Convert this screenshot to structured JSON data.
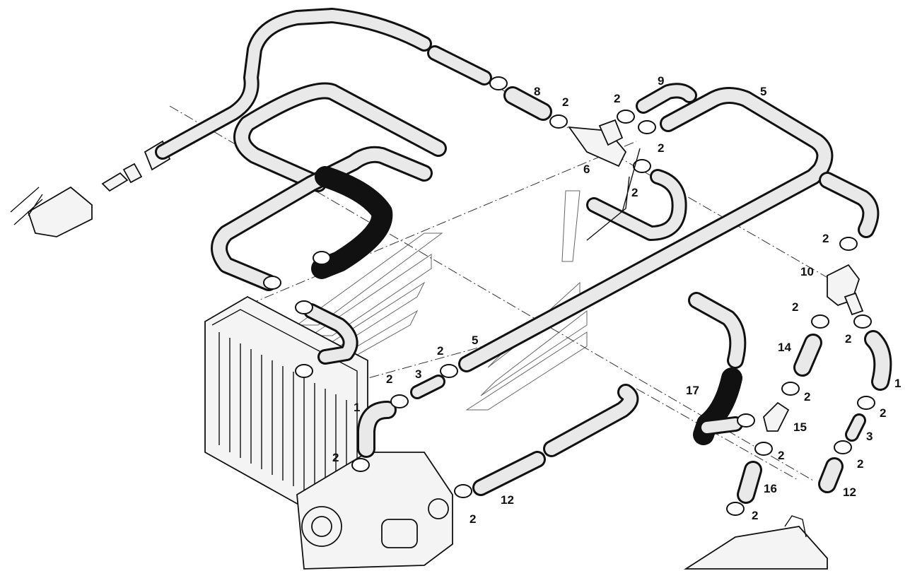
{
  "callouts": [
    {
      "id": "c-8",
      "text": "8"
    },
    {
      "id": "c-2a",
      "text": "2"
    },
    {
      "id": "c-2b",
      "text": "2"
    },
    {
      "id": "c-9",
      "text": "9"
    },
    {
      "id": "c-5a",
      "text": "5"
    },
    {
      "id": "c-2c",
      "text": "2"
    },
    {
      "id": "c-6",
      "text": "6"
    },
    {
      "id": "c-2d",
      "text": "2"
    },
    {
      "id": "c-2e",
      "text": "2"
    },
    {
      "id": "c-10",
      "text": "10"
    },
    {
      "id": "c-2f",
      "text": "2"
    },
    {
      "id": "c-14",
      "text": "14"
    },
    {
      "id": "c-2g",
      "text": "2"
    },
    {
      "id": "c-1a",
      "text": "1"
    },
    {
      "id": "c-2h",
      "text": "2"
    },
    {
      "id": "c-15",
      "text": "15"
    },
    {
      "id": "c-2i",
      "text": "2"
    },
    {
      "id": "c-3a",
      "text": "3"
    },
    {
      "id": "c-2j",
      "text": "2"
    },
    {
      "id": "c-17",
      "text": "17"
    },
    {
      "id": "c-2k",
      "text": "2"
    },
    {
      "id": "c-16",
      "text": "16"
    },
    {
      "id": "c-2l",
      "text": "2"
    },
    {
      "id": "c-12a",
      "text": "12"
    },
    {
      "id": "c-5b",
      "text": "5"
    },
    {
      "id": "c-2m",
      "text": "2"
    },
    {
      "id": "c-2n",
      "text": "2"
    },
    {
      "id": "c-3b",
      "text": "3"
    },
    {
      "id": "c-1b",
      "text": "1"
    },
    {
      "id": "c-2o",
      "text": "2"
    },
    {
      "id": "c-12b",
      "text": "12"
    },
    {
      "id": "c-2p",
      "text": "2"
    }
  ],
  "colors": {
    "line": "#111111",
    "hose": "#e9e9e9",
    "background": "#ffffff",
    "watermark": "#666666"
  }
}
